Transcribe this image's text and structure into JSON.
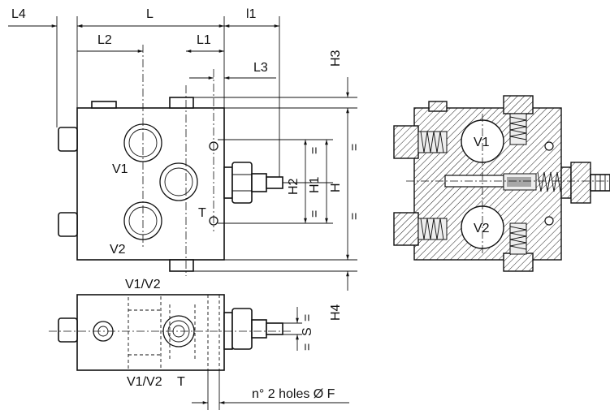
{
  "dimensions": {
    "L4": "L4",
    "L": "L",
    "l1": "l1",
    "L2": "L2",
    "L1": "L1",
    "L3": "L3",
    "H3": "H3",
    "H2": "H2",
    "H1": "H1",
    "H": "H",
    "H4": "H4",
    "S": "S"
  },
  "ports": {
    "V1": "V1",
    "V2": "V2",
    "T": "T",
    "V1V2_top": "V1/V2",
    "V1V2_bottom": "V1/V2",
    "T_bottom": "T"
  },
  "section_ports": {
    "V1": "V1",
    "V2": "V2"
  },
  "equal_marks": {
    "mark": "="
  },
  "holes_note": "n° 2 holes Ø F"
}
